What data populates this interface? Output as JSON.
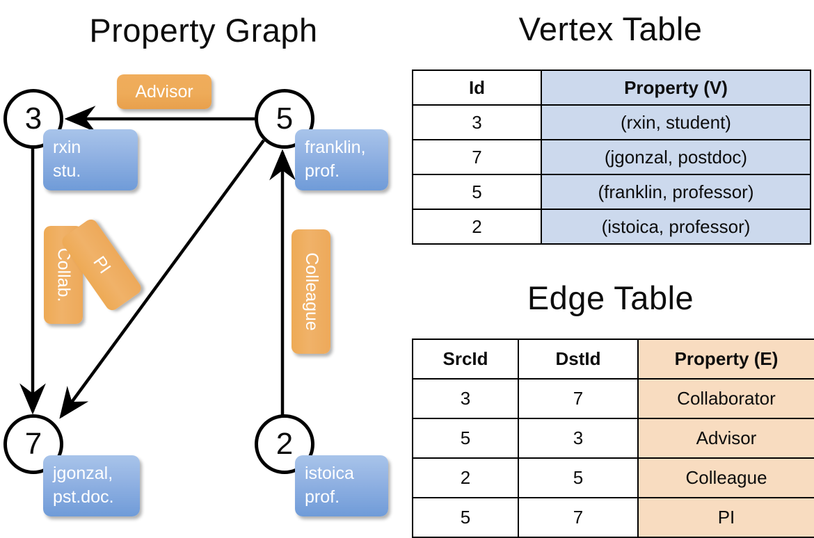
{
  "titles": {
    "property_graph": "Property Graph",
    "vertex_table": "Vertex Table",
    "edge_table": "Edge Table"
  },
  "graph": {
    "nodes": [
      {
        "id": "3",
        "label": "3",
        "property_box": "rxin\nstu."
      },
      {
        "id": "5",
        "label": "5",
        "property_box": "franklin,\nprof."
      },
      {
        "id": "7",
        "label": "7",
        "property_box": "jgonzal,\npst.doc."
      },
      {
        "id": "2",
        "label": "2",
        "property_box": "istoica\nprof."
      }
    ],
    "edge_labels": {
      "advisor": "Advisor",
      "collab": "Collab.",
      "pi": "PI",
      "colleague": "Colleague"
    },
    "edges": [
      {
        "from": "5",
        "to": "3",
        "label": "Advisor"
      },
      {
        "from": "3",
        "to": "7",
        "label": "Collab."
      },
      {
        "from": "5",
        "to": "7",
        "label": "PI"
      },
      {
        "from": "2",
        "to": "5",
        "label": "Colleague"
      }
    ]
  },
  "vertex_table": {
    "headers": [
      "Id",
      "Property (V)"
    ],
    "rows": [
      {
        "id": "3",
        "property": "(rxin, student)"
      },
      {
        "id": "7",
        "property": "(jgonzal, postdoc)"
      },
      {
        "id": "5",
        "property": "(franklin, professor)"
      },
      {
        "id": "2",
        "property": "(istoica, professor)"
      }
    ]
  },
  "edge_table": {
    "headers": [
      "SrcId",
      "DstId",
      "Property (E)"
    ],
    "rows": [
      {
        "src": "3",
        "dst": "7",
        "property": "Collaborator"
      },
      {
        "src": "5",
        "dst": "3",
        "property": "Advisor"
      },
      {
        "src": "2",
        "dst": "5",
        "property": "Colleague"
      },
      {
        "src": "5",
        "dst": "7",
        "property": "PI"
      }
    ]
  },
  "colors": {
    "vertex_property_fill": "#ccd9ed",
    "edge_property_fill": "#f8dcc0",
    "node_box_blue": "#7ba3dd",
    "edge_label_orange": "#eeab59",
    "stroke": "#000000",
    "background": "#ffffff"
  }
}
